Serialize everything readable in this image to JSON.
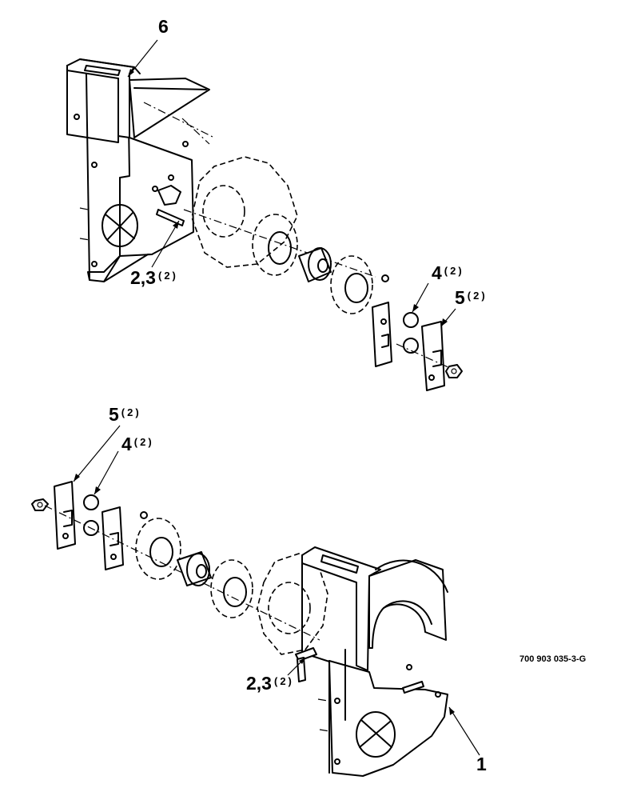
{
  "figure_id": "700 903 035-3-G",
  "callouts": {
    "c6_top": {
      "num": "6",
      "qty": ""
    },
    "c23_top": {
      "num": "2,3",
      "qty": "(2)"
    },
    "c4_top": {
      "num": "4",
      "qty": "(2)"
    },
    "c5_top": {
      "num": "5",
      "qty": "(2)"
    },
    "c5_bottom": {
      "num": "5",
      "qty": "(2)"
    },
    "c4_bottom": {
      "num": "4",
      "qty": "(2)"
    },
    "c23_bottom": {
      "num": "2,3",
      "qty": "(2)"
    },
    "c1_bottom": {
      "num": "1",
      "qty": ""
    }
  }
}
